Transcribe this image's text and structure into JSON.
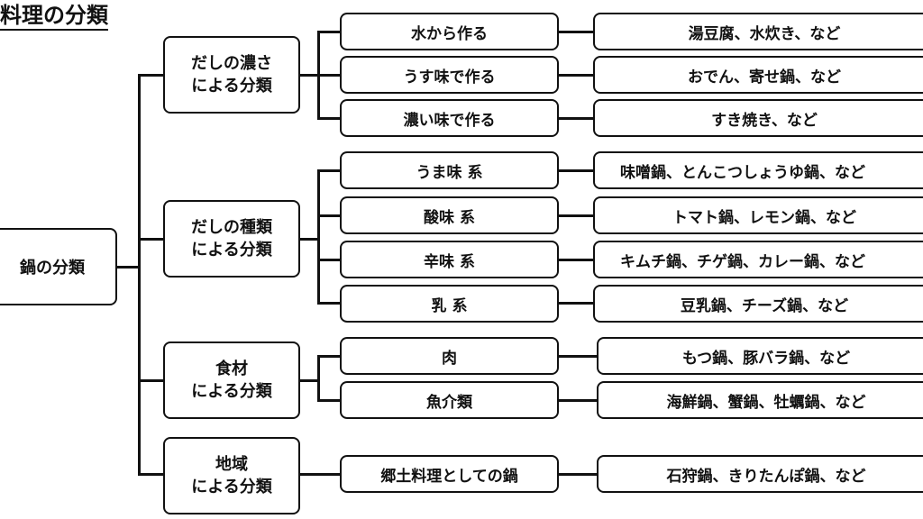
{
  "title": "料理の分類",
  "root": "鍋の分類",
  "groups": [
    {
      "line1": "だしの濃さ",
      "line2": "による分類",
      "items": [
        {
          "name": "水から作る",
          "example": "湯豆腐、水炊き、など"
        },
        {
          "name": "うす味で作る",
          "example": "おでん、寄せ鍋、など"
        },
        {
          "name": "濃い味で作る",
          "example": "すき焼き、など"
        }
      ]
    },
    {
      "line1": "だしの種類",
      "line2": "による分類",
      "items": [
        {
          "name": "うま味 系",
          "example": "味噌鍋、とんこつしょうゆ鍋、など"
        },
        {
          "name": "酸味 系",
          "example": "トマト鍋、レモン鍋、など"
        },
        {
          "name": "辛味 系",
          "example": "キムチ鍋、チゲ鍋、カレー鍋、など"
        },
        {
          "name": "乳 系",
          "example": "豆乳鍋、チーズ鍋、など"
        }
      ]
    },
    {
      "line1": "食材",
      "line2": "による分類",
      "items": [
        {
          "name": "肉",
          "example": "もつ鍋、豚バラ鍋、など"
        },
        {
          "name": "魚介類",
          "example": "海鮮鍋、蟹鍋、牡蠣鍋、など"
        }
      ]
    },
    {
      "line1": "地域",
      "line2": "による分類",
      "items": [
        {
          "name": "郷土料理としての鍋",
          "example": "石狩鍋、きりたんぽ鍋、など"
        }
      ]
    }
  ]
}
